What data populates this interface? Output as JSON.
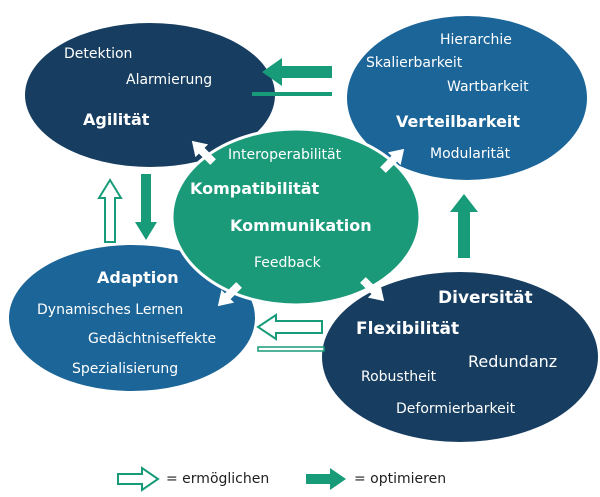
{
  "colors": {
    "dark_navy": "#173e60",
    "mid_blue": "#1c6598",
    "green": "#1b9a7a",
    "arrow_green": "#179b78",
    "white": "#ffffff",
    "text_dark": "#1f1f1f"
  },
  "nodes": {
    "agilitaet": {
      "title": "Agilität",
      "items": [
        "Detektion",
        "Alarmierung"
      ]
    },
    "verteilbarkeit": {
      "title": "Verteilbarkeit",
      "items": [
        "Hierarchie",
        "Skalierbarkeit",
        "Wartbarkeit",
        "Modularität"
      ]
    },
    "center": {
      "titles": [
        "Kompatibilität",
        "Kommunikation"
      ],
      "items": [
        "Interoperabilität",
        "Feedback"
      ]
    },
    "adaption": {
      "title": "Adaption",
      "items": [
        "Dynamisches Lernen",
        "Gedächtniseffekte",
        "Spezialisierung"
      ]
    },
    "flexibilitaet": {
      "titles": [
        "Diversität",
        "Flexibilität"
      ],
      "items": [
        "Redundanz",
        "Robustheit",
        "Deformierbarkeit"
      ]
    }
  },
  "legend": {
    "enable_label": "= ermöglichen",
    "optimize_label": "= optimieren"
  }
}
